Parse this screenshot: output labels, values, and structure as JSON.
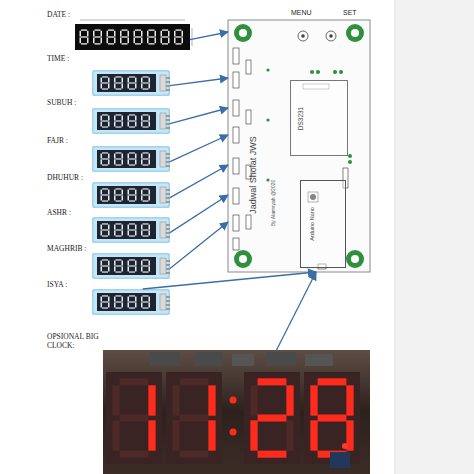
{
  "diagram": {
    "nodes": [
      {
        "text": [
          "DATE :"
        ]
      },
      {
        "text": [
          "TIME :"
        ]
      },
      {
        "text": [
          "SUBUH :"
        ]
      },
      {
        "text": [
          "FAJR :"
        ]
      },
      {
        "text": [
          "DHUHUR :"
        ]
      },
      {
        "text": [
          "ASHR :"
        ]
      },
      {
        "text": [
          "MAGHRIB :"
        ]
      },
      {
        "text": [
          "ISYA :"
        ]
      },
      {
        "text": [
          "OPSIONAL BIG CLOCK:"
        ]
      },
      {
        "text": [
          "Jadwal Sholat JWS"
        ]
      },
      {
        "text": [
          "DS3231"
        ],
        "in": 9
      },
      {
        "text": [
          "Arduino Nano"
        ],
        "in": 9
      }
    ],
    "edges": [
      {
        "from": 0,
        "to": 9,
        "arrow": "to"
      },
      {
        "from": 1,
        "to": 9,
        "arrow": "to"
      },
      {
        "from": 2,
        "to": 9,
        "arrow": "to"
      },
      {
        "from": 3,
        "to": 9,
        "arrow": "to"
      },
      {
        "from": 4,
        "to": 9,
        "arrow": "to"
      },
      {
        "from": 5,
        "to": 9,
        "arrow": "to"
      },
      {
        "from": 6,
        "to": 9,
        "arrow": "to"
      },
      {
        "from": 7,
        "to": 9,
        "arrow": "to"
      },
      {
        "from": 8,
        "to": 9,
        "arrow": "to"
      }
    ],
    "labels": [
      "MENU",
      "SET",
      "By Alamsyah @2020"
    ]
  }
}
